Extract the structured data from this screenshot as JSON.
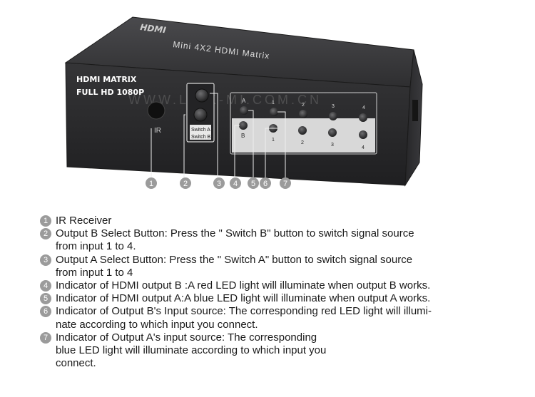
{
  "device": {
    "brand": "HDMI",
    "model": "Mini 4X2 HDMI Matrix",
    "label_line1": "HDMI MATRIX",
    "label_line2": "FULL HD 1080P",
    "ir_label": "IR",
    "switch_a": "Switch A",
    "switch_b": "Switch B",
    "watermark": "WWW.LINK-MI.COM.CN",
    "output_letters": [
      "A",
      "B"
    ],
    "input_numbers_top": [
      "1",
      "2",
      "3",
      "4"
    ],
    "input_numbers_bottom": [
      "1",
      "2",
      "3",
      "4"
    ]
  },
  "callouts": [
    "1",
    "2",
    "3",
    "4",
    "5",
    "6",
    "7"
  ],
  "legend": [
    {
      "num": "1",
      "lines": [
        "IR Receiver"
      ]
    },
    {
      "num": "2",
      "lines": [
        "Output B Select Button: Press the \" Switch B\" button to switch signal source",
        "from input 1 to 4."
      ]
    },
    {
      "num": "3",
      "lines": [
        "Output A Select Button:  Press the \" Switch A\" button to switch signal source",
        "from input 1 to 4"
      ]
    },
    {
      "num": "4",
      "lines": [
        "Indicator of HDMI output B :A red LED light will illuminate when output B works."
      ]
    },
    {
      "num": "5",
      "lines": [
        "Indicator of HDMI output A:A blue LED light will illuminate when output A works."
      ]
    },
    {
      "num": "6",
      "lines": [
        "Indicator of Output B's Input source: The corresponding red LED light will illumi-",
        "nate according to which input you connect."
      ]
    },
    {
      "num": "7",
      "lines": [
        "Indicator of Output A's input source: The corresponding",
        "blue LED light will illuminate according to which input you",
        "connect."
      ]
    }
  ],
  "colors": {
    "body": "#2b2b2d",
    "panel": "#3a3a3c",
    "callout": "#9b9b9b",
    "text": "#1a1a1a"
  }
}
